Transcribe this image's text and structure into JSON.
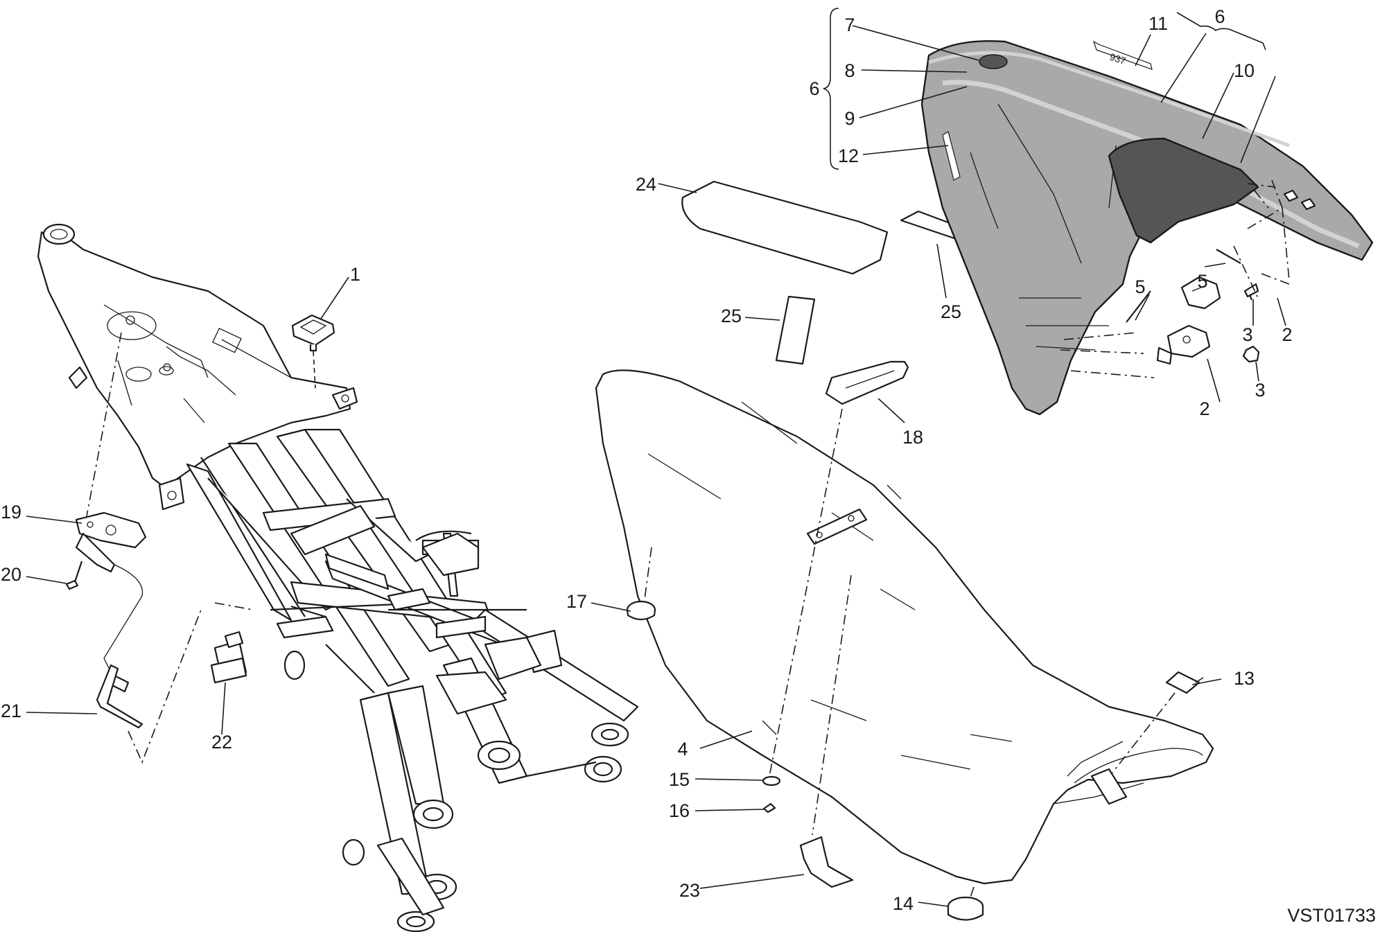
{
  "drawing_code": "VST01733",
  "callouts": [
    {
      "id": "c1",
      "label": "1"
    },
    {
      "id": "c2a",
      "label": "2"
    },
    {
      "id": "c2b",
      "label": "2"
    },
    {
      "id": "c3a",
      "label": "3"
    },
    {
      "id": "c3b",
      "label": "3"
    },
    {
      "id": "c4",
      "label": "4"
    },
    {
      "id": "c5a",
      "label": "5"
    },
    {
      "id": "c5b",
      "label": "5"
    },
    {
      "id": "c6a",
      "label": "6"
    },
    {
      "id": "c6b",
      "label": "6"
    },
    {
      "id": "c7",
      "label": "7"
    },
    {
      "id": "c8",
      "label": "8"
    },
    {
      "id": "c9",
      "label": "9"
    },
    {
      "id": "c10",
      "label": "10"
    },
    {
      "id": "c11",
      "label": "11"
    },
    {
      "id": "c12",
      "label": "12"
    },
    {
      "id": "c13",
      "label": "13"
    },
    {
      "id": "c14",
      "label": "14"
    },
    {
      "id": "c15",
      "label": "15"
    },
    {
      "id": "c16",
      "label": "16"
    },
    {
      "id": "c17",
      "label": "17"
    },
    {
      "id": "c18",
      "label": "18"
    },
    {
      "id": "c19",
      "label": "19"
    },
    {
      "id": "c20",
      "label": "20"
    },
    {
      "id": "c21",
      "label": "21"
    },
    {
      "id": "c22",
      "label": "22"
    },
    {
      "id": "c23",
      "label": "23"
    },
    {
      "id": "c24",
      "label": "24"
    },
    {
      "id": "c25a",
      "label": "25"
    },
    {
      "id": "c25b",
      "label": "25"
    }
  ],
  "colors": {
    "line": "#1a1a1a",
    "seat_cover_fill": "#a9a9a9",
    "seat_cover_highlight": "#d2d2d2",
    "passenger_pad_fill": "#555555"
  }
}
